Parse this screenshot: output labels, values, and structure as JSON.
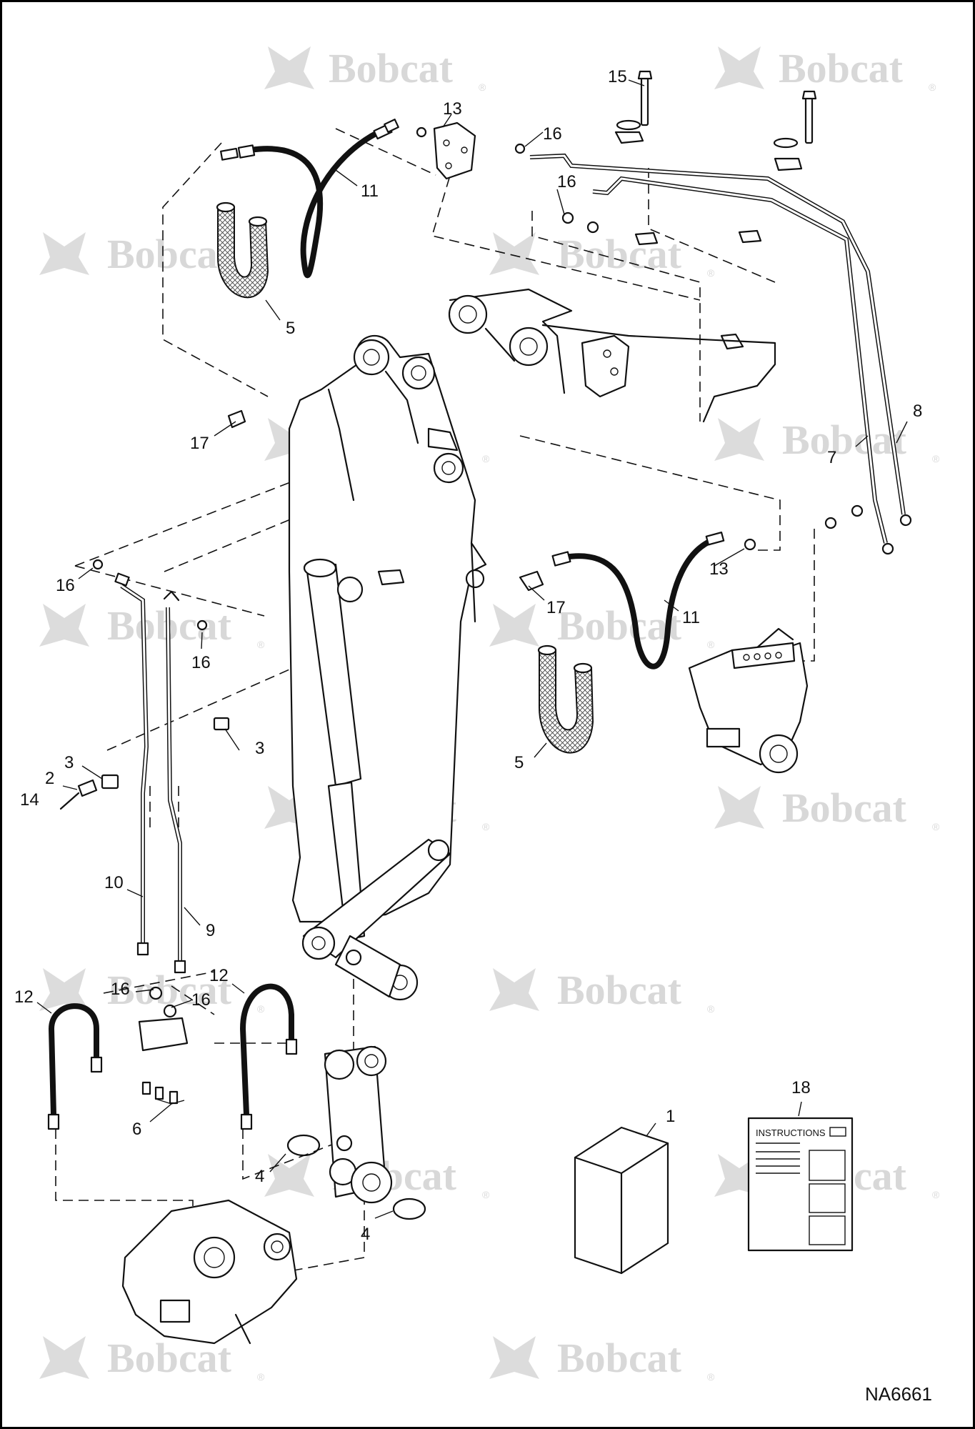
{
  "watermark": {
    "brand": "Bobcat",
    "mark": "®"
  },
  "diagram_code": "NA6661",
  "instructions_label": "INSTRUCTIONS",
  "callouts": [
    {
      "id": "c15",
      "label": "15"
    },
    {
      "id": "c13a",
      "label": "13"
    },
    {
      "id": "c16a",
      "label": "16"
    },
    {
      "id": "c16b",
      "label": "16"
    },
    {
      "id": "c11a",
      "label": "11"
    },
    {
      "id": "c5a",
      "label": "5"
    },
    {
      "id": "c17a",
      "label": "17"
    },
    {
      "id": "c8",
      "label": "8"
    },
    {
      "id": "c7",
      "label": "7"
    },
    {
      "id": "c16c",
      "label": "16"
    },
    {
      "id": "c16d",
      "label": "16"
    },
    {
      "id": "c13b",
      "label": "13"
    },
    {
      "id": "c17b",
      "label": "17"
    },
    {
      "id": "c11b",
      "label": "11"
    },
    {
      "id": "c3a",
      "label": "3"
    },
    {
      "id": "c3b",
      "label": "3"
    },
    {
      "id": "c2",
      "label": "2"
    },
    {
      "id": "c14",
      "label": "14"
    },
    {
      "id": "c5b",
      "label": "5"
    },
    {
      "id": "c10",
      "label": "10"
    },
    {
      "id": "c9",
      "label": "9"
    },
    {
      "id": "c12a",
      "label": "12"
    },
    {
      "id": "c12b",
      "label": "12"
    },
    {
      "id": "c16e",
      "label": "16"
    },
    {
      "id": "c16f",
      "label": "16"
    },
    {
      "id": "c6",
      "label": "6"
    },
    {
      "id": "c4a",
      "label": "4"
    },
    {
      "id": "c4b",
      "label": "4"
    },
    {
      "id": "c1",
      "label": "1"
    },
    {
      "id": "c18",
      "label": "18"
    }
  ]
}
